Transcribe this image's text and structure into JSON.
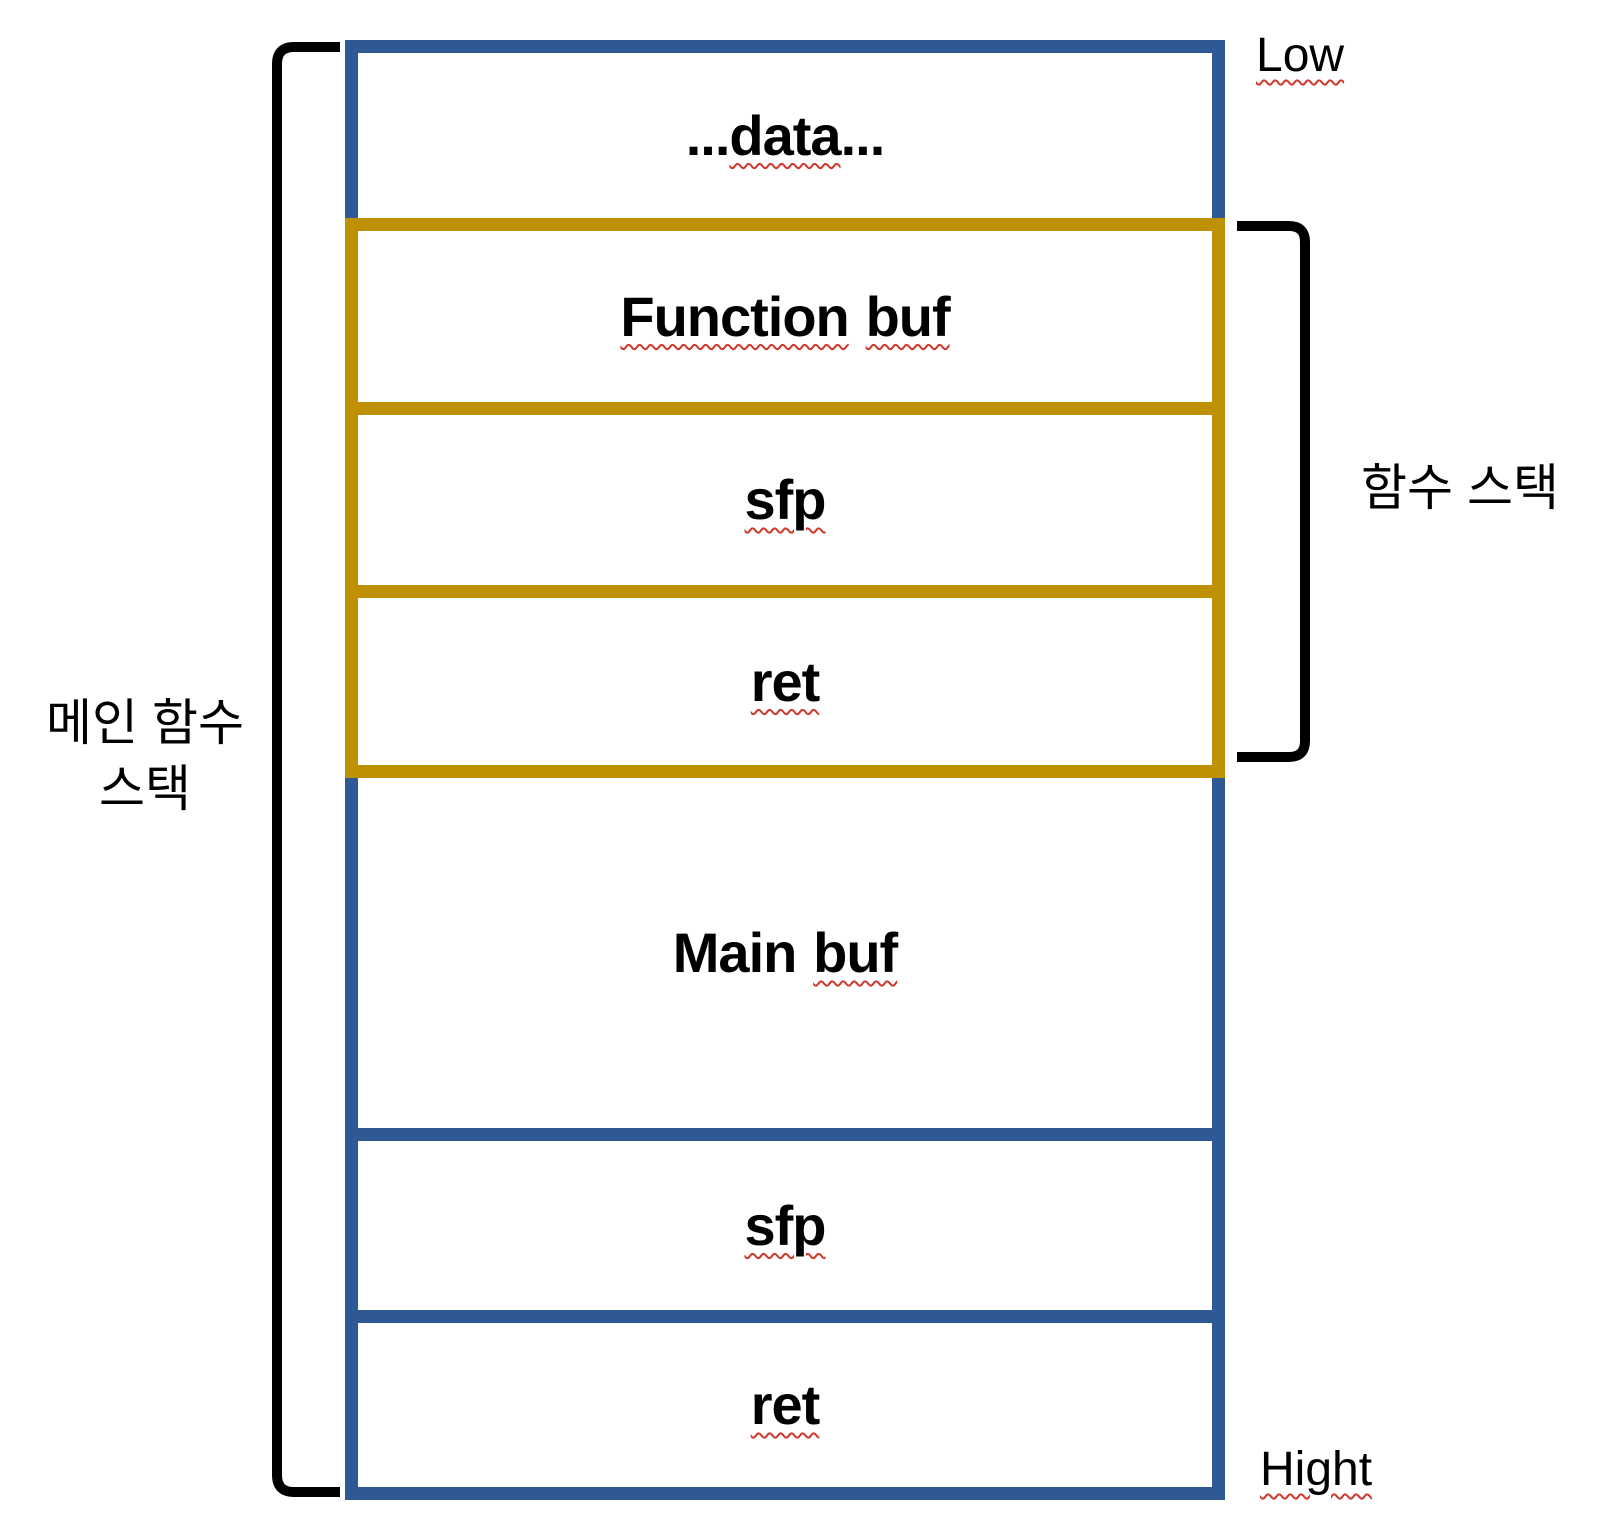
{
  "rows": [
    {
      "name": "data",
      "prefix": "...",
      "word": "data",
      "suffix": "..."
    },
    {
      "name": "function-buf",
      "word1": "Function",
      "word2": "buf"
    },
    {
      "name": "function-sfp",
      "word": "sfp"
    },
    {
      "name": "function-ret",
      "word": "ret"
    },
    {
      "name": "main-buf",
      "word1": "Main",
      "word2": "buf"
    },
    {
      "name": "main-sfp",
      "word": "sfp"
    },
    {
      "name": "main-ret",
      "word": "ret"
    }
  ],
  "side_labels": {
    "low": "Low",
    "high": "Hight",
    "function_stack": "함수 스택",
    "main_stack_line1": "메인 함수",
    "main_stack_line2": "스택"
  },
  "colors": {
    "box_blue": "#2e5994",
    "box_gold": "#be9102",
    "squiggle_red": "#cf392d",
    "bracket_black": "#000000",
    "text_black": "#000000",
    "background": "#ffffff"
  }
}
